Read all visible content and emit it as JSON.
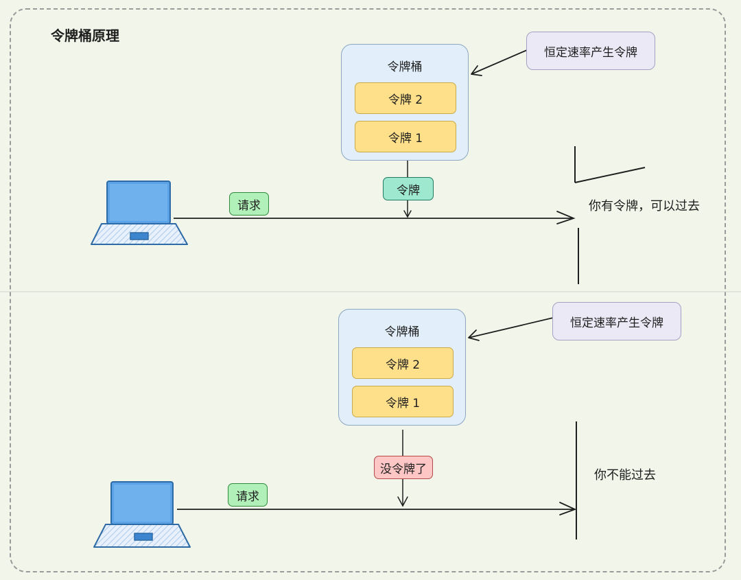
{
  "diagram": {
    "title": "令牌桶原理",
    "top": {
      "bucket_title": "令牌桶",
      "tokens": [
        "令牌 2",
        "令牌 1"
      ],
      "rate_note": "恒定速率产生令牌",
      "token_tag": "令牌",
      "request_tag": "请求",
      "result": "你有令牌，可以过去"
    },
    "bottom": {
      "bucket_title": "令牌桶",
      "tokens": [
        "令牌 2",
        "令牌 1"
      ],
      "rate_note": "恒定速率产生令牌",
      "token_tag": "没令牌了",
      "request_tag": "请求",
      "result": "你不能过去"
    }
  },
  "colors": {
    "background": "#f1f5ea",
    "bucket_fill": "#e2effa",
    "token_fill": "#ffe08a",
    "note_fill": "#ece9f7",
    "request_tag_fill": "#b2f0b9",
    "token_tag_fill": "#9ee8d0",
    "no_token_tag_fill": "#ffc6c6",
    "laptop_screen": "#5ba3e6"
  }
}
